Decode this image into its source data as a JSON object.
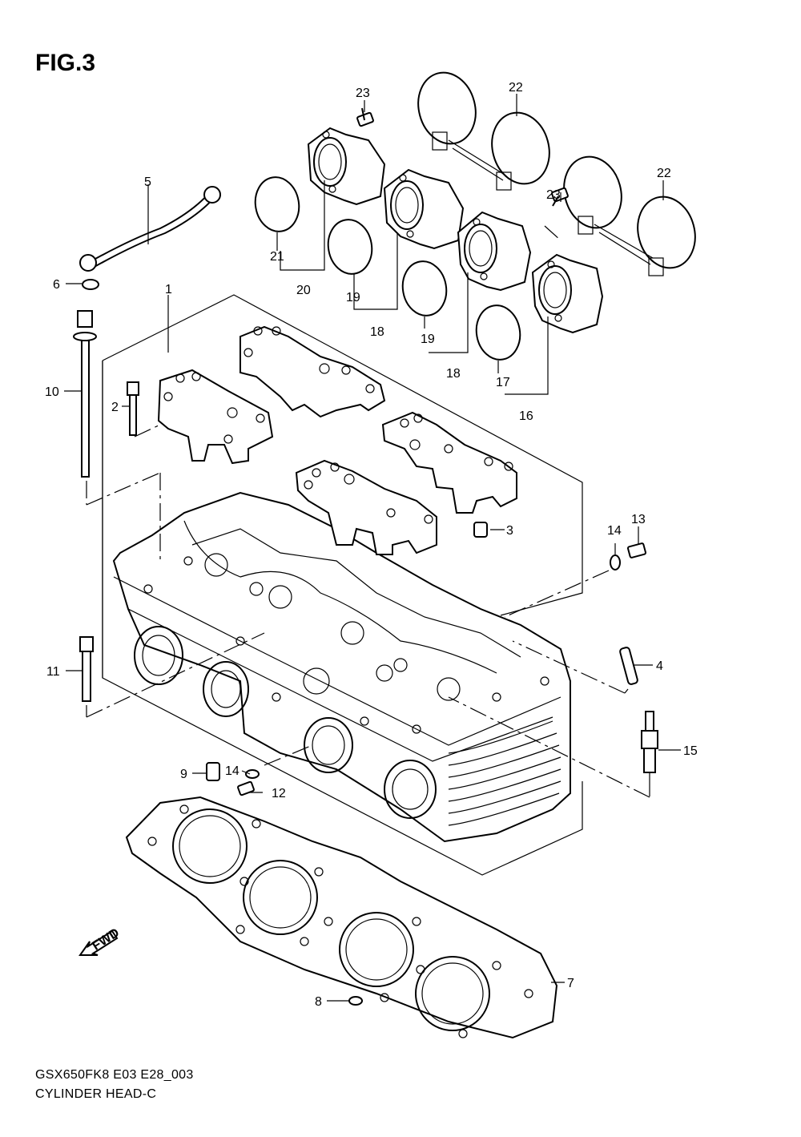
{
  "figure": {
    "title": "FIG.3",
    "model_code": "GSX650FK8 E03 E28_003",
    "section_name": "CYLINDER HEAD-C"
  },
  "fwd_arrow_label": "FWD",
  "callouts": {
    "c1": "1",
    "c2": "2",
    "c3": "3",
    "c4": "4",
    "c5": "5",
    "c6": "6",
    "c7": "7",
    "c8": "8",
    "c9": "9",
    "c10": "10",
    "c11": "11",
    "c12": "12",
    "c13": "13",
    "c14a": "14",
    "c14b": "14",
    "c15": "15",
    "c16": "16",
    "c17": "17",
    "c18a": "18",
    "c18b": "18",
    "c19a": "19",
    "c19b": "19",
    "c20": "20",
    "c21": "21",
    "c22a": "22",
    "c22b": "22",
    "c23a": "23",
    "c23b": "23"
  }
}
